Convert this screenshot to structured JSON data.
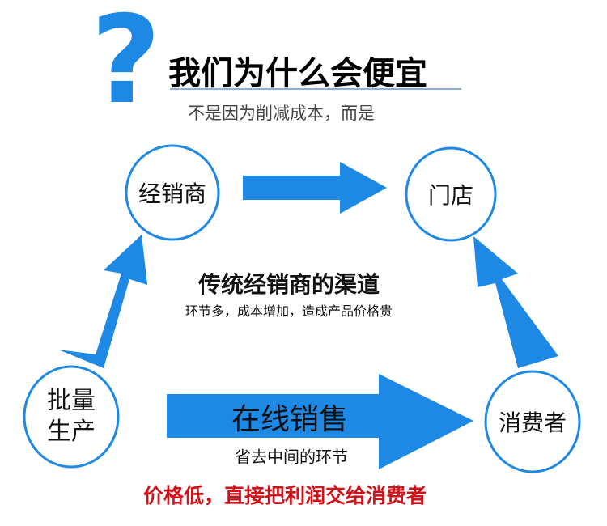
{
  "header": {
    "question_mark": "?",
    "title": "我们为什么会便宜",
    "subtitle": "不是因为削减成本，而是"
  },
  "nodes": {
    "distributor": "经销商",
    "store": "门店",
    "mass_production_line1": "批量",
    "mass_production_line2": "生产",
    "consumer": "消费者"
  },
  "traditional": {
    "title": "传统经销商的渠道",
    "desc": "环节多，成本增加，造成产品价格贵"
  },
  "online": {
    "title": "在线销售",
    "desc": "省去中间的环节"
  },
  "footer": "价格低，直接把利润交给消费者",
  "colors": {
    "accent": "#1e88e5",
    "footer": "#d0121b"
  }
}
